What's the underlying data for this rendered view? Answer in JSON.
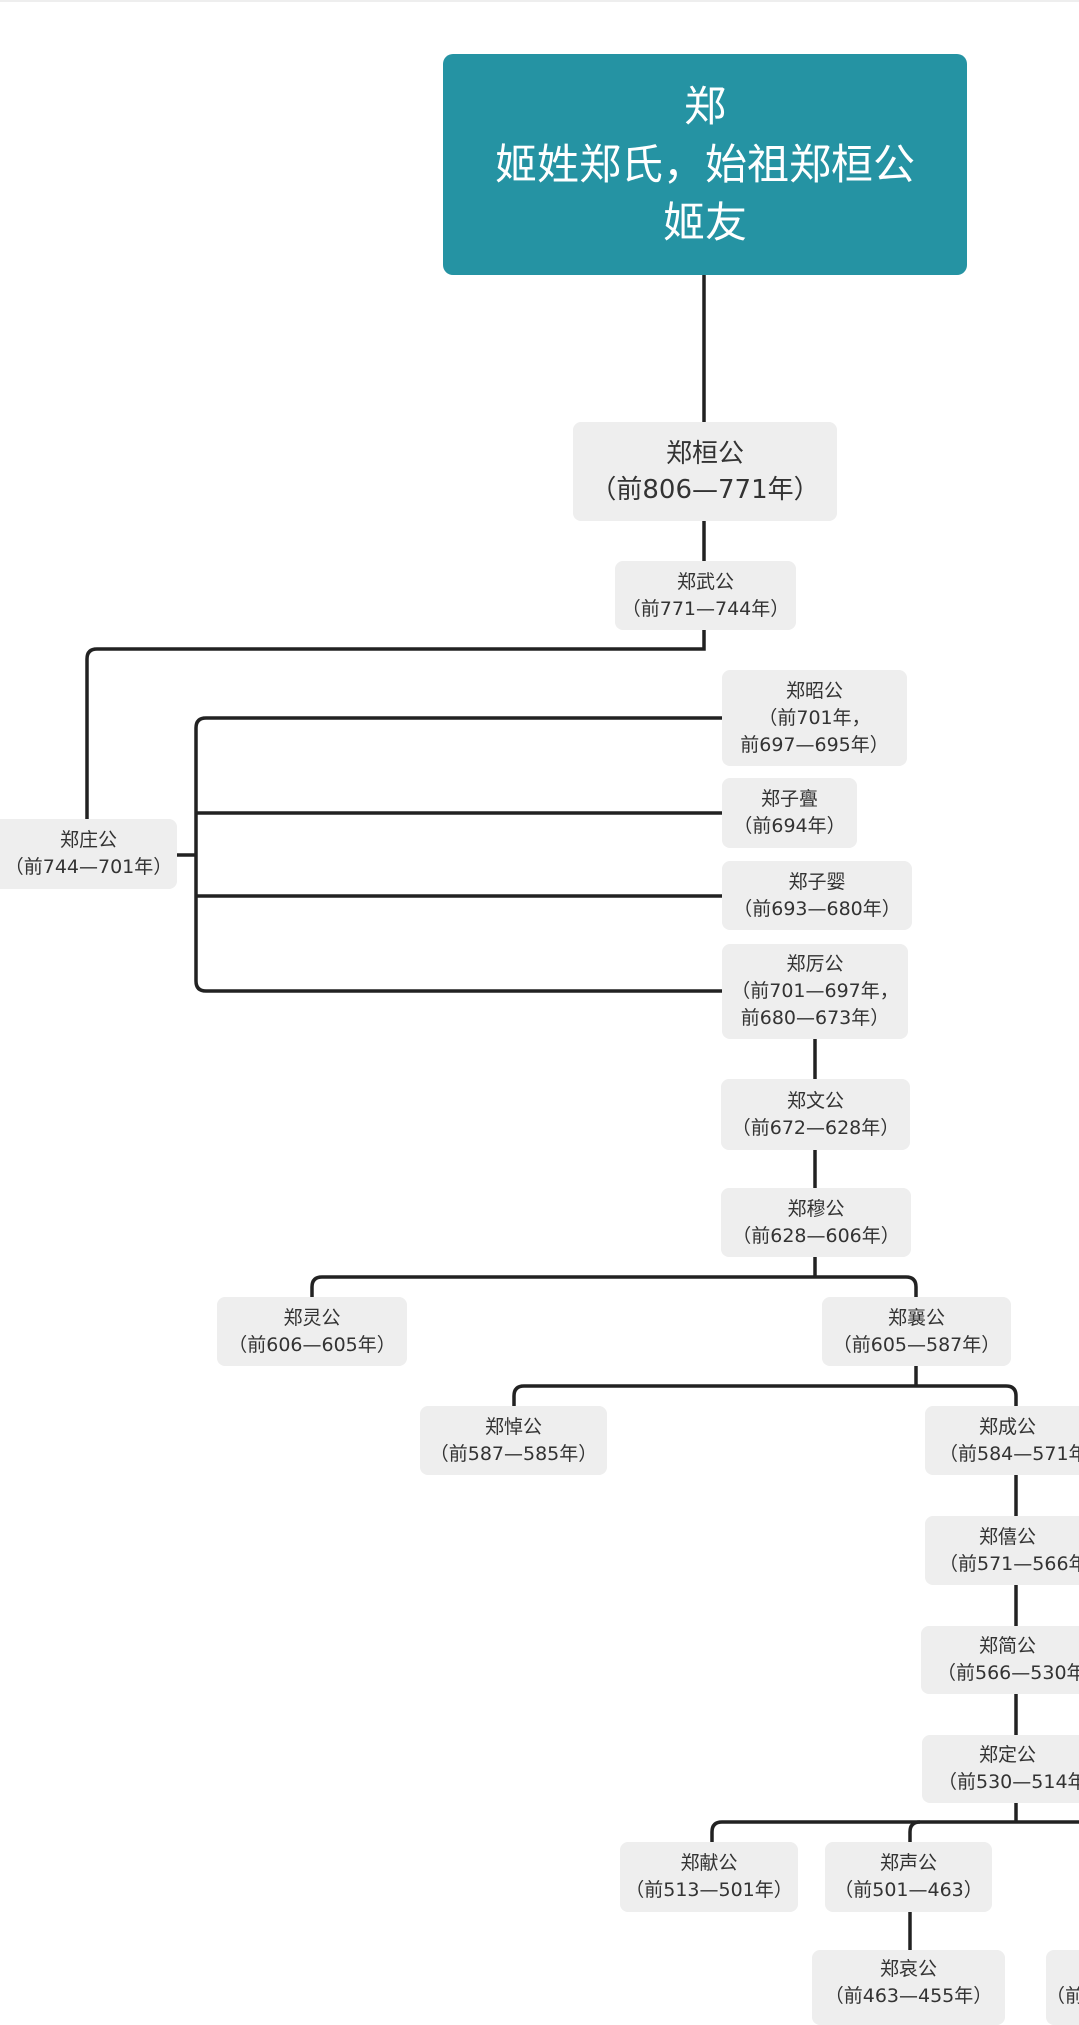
{
  "root": {
    "line1": "郑",
    "line2": "姬姓郑氏，始祖郑桓公",
    "line3": "姬友"
  },
  "colors": {
    "root": "#2593a3",
    "node": "#eeeeee",
    "line": "#222222"
  },
  "nodes": {
    "huan": {
      "name": "郑桓公",
      "years": "（前806—771年）"
    },
    "wu": {
      "name": "郑武公",
      "years": "（前771—744年）"
    },
    "zhuang": {
      "name": "郑庄公",
      "years": "（前744—701年）"
    },
    "zhao": {
      "name": "郑昭公",
      "years": "（前701年，",
      "years2": "前697—695年）"
    },
    "ziwei": {
      "name": "郑子亹",
      "years": "（前694年）"
    },
    "ziying": {
      "name": "郑子婴",
      "years": "（前693—680年）"
    },
    "li": {
      "name": "郑厉公",
      "years": "（前701—697年，",
      "years2": "前680—673年）"
    },
    "wen": {
      "name": "郑文公",
      "years": "（前672—628年）"
    },
    "mu": {
      "name": "郑穆公",
      "years": "（前628—606年）"
    },
    "ling": {
      "name": "郑灵公",
      "years": "（前606—605年）"
    },
    "xiang": {
      "name": "郑襄公",
      "years": "（前605—587年）"
    },
    "dao": {
      "name": "郑悼公",
      "years": "（前587—585年）"
    },
    "cheng": {
      "name": "郑成公",
      "years": "（前584—571年"
    },
    "xi": {
      "name": "郑僖公",
      "years": "（前571—566年"
    },
    "jian": {
      "name": "郑简公",
      "years": "（前566—530年"
    },
    "ding": {
      "name": "郑定公",
      "years": "（前530—514年"
    },
    "xian": {
      "name": "郑献公",
      "years": "（前513—501年）"
    },
    "sheng": {
      "name": "郑声公",
      "years": "（前501—463）"
    },
    "ai": {
      "name": "郑哀公",
      "years": "（前463—455年）"
    },
    "partial": {
      "years": "（前"
    }
  }
}
